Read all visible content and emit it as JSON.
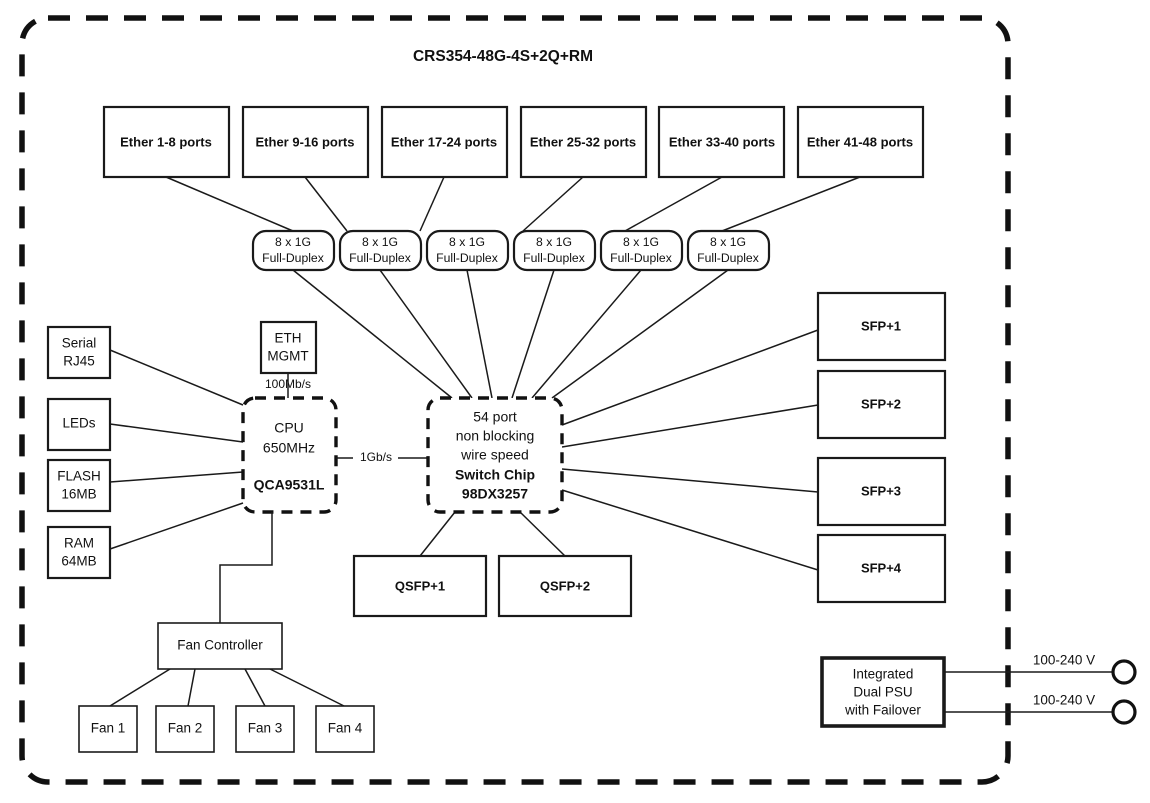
{
  "diagram": {
    "title": "CRS354-48G-4S+2Q+RM",
    "ether_ports": [
      {
        "label": "Ether 1-8 ports"
      },
      {
        "label": "Ether 9-16 ports"
      },
      {
        "label": "Ether 17-24 ports"
      },
      {
        "label": "Ether 25-32 ports"
      },
      {
        "label": "Ether 33-40 ports"
      },
      {
        "label": "Ether 41-48 ports"
      }
    ],
    "port_groups": [
      {
        "line1": "8 x 1G",
        "line2": "Full-Duplex"
      },
      {
        "line1": "8 x 1G",
        "line2": "Full-Duplex"
      },
      {
        "line1": "8 x 1G",
        "line2": "Full-Duplex"
      },
      {
        "line1": "8 x 1G",
        "line2": "Full-Duplex"
      },
      {
        "line1": "8 x 1G",
        "line2": "Full-Duplex"
      },
      {
        "line1": "8 x 1G",
        "line2": "Full-Duplex"
      }
    ],
    "peripherals": [
      {
        "line1": "Serial",
        "line2": "RJ45"
      },
      {
        "line1": "LEDs",
        "line2": ""
      },
      {
        "line1": "FLASH",
        "line2": "16MB"
      },
      {
        "line1": "RAM",
        "line2": "64MB"
      }
    ],
    "eth_mgmt": {
      "line1": "ETH",
      "line2": "MGMT"
    },
    "cpu": {
      "line1": "CPU",
      "line2": "650MHz",
      "line3": "QCA9531L"
    },
    "switch_chip": {
      "line1": "54 port",
      "line2": "non blocking",
      "line3": "wire speed",
      "line4": "Switch Chip",
      "line5": "98DX3257"
    },
    "link_labels": {
      "eth_mgmt_speed": "100Mb/s",
      "cpu_switch_speed": "1Gb/s"
    },
    "sfp_ports": [
      {
        "label": "SFP+1"
      },
      {
        "label": "SFP+2"
      },
      {
        "label": "SFP+3"
      },
      {
        "label": "SFP+4"
      }
    ],
    "qsfp_ports": [
      {
        "label": "QSFP+1"
      },
      {
        "label": "QSFP+2"
      }
    ],
    "fan_controller": {
      "label": "Fan Controller"
    },
    "fans": [
      {
        "label": "Fan 1"
      },
      {
        "label": "Fan 2"
      },
      {
        "label": "Fan 3"
      },
      {
        "label": "Fan 4"
      }
    ],
    "psu": {
      "line1": "Integrated",
      "line2": "Dual PSU",
      "line3": "with Failover"
    },
    "power_inputs": [
      {
        "label": "100-240 V"
      },
      {
        "label": "100-240 V"
      }
    ],
    "colors": {
      "stroke": "#111111",
      "background": "#ffffff"
    }
  }
}
